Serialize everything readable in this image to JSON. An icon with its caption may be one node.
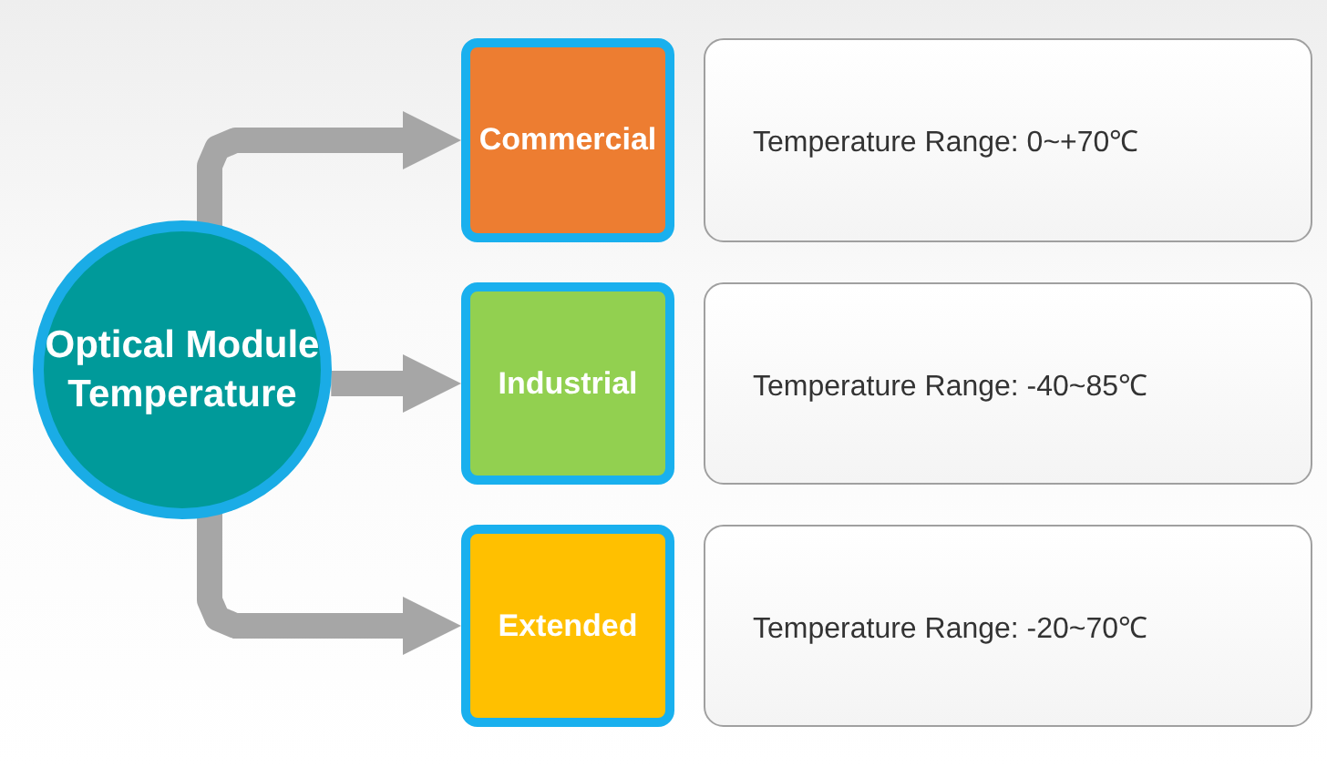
{
  "diagram": {
    "nodes": [
      {
        "text": [
          "Optical Module Temperature"
        ]
      },
      {
        "text": [
          "Commercial"
        ]
      },
      {
        "text": [
          "Temperature Range: 0~+70℃"
        ]
      },
      {
        "text": [
          "Industrial"
        ]
      },
      {
        "text": [
          "Temperature Range: -40~85℃"
        ]
      },
      {
        "text": [
          "Extended"
        ]
      },
      {
        "text": [
          "Temperature Range: -20~70℃"
        ]
      }
    ],
    "edges": [
      {
        "from": 0,
        "to": 1,
        "arrow": "to"
      },
      {
        "from": 0,
        "to": 3,
        "arrow": "to"
      },
      {
        "from": 0,
        "to": 5,
        "arrow": "to"
      }
    ]
  }
}
